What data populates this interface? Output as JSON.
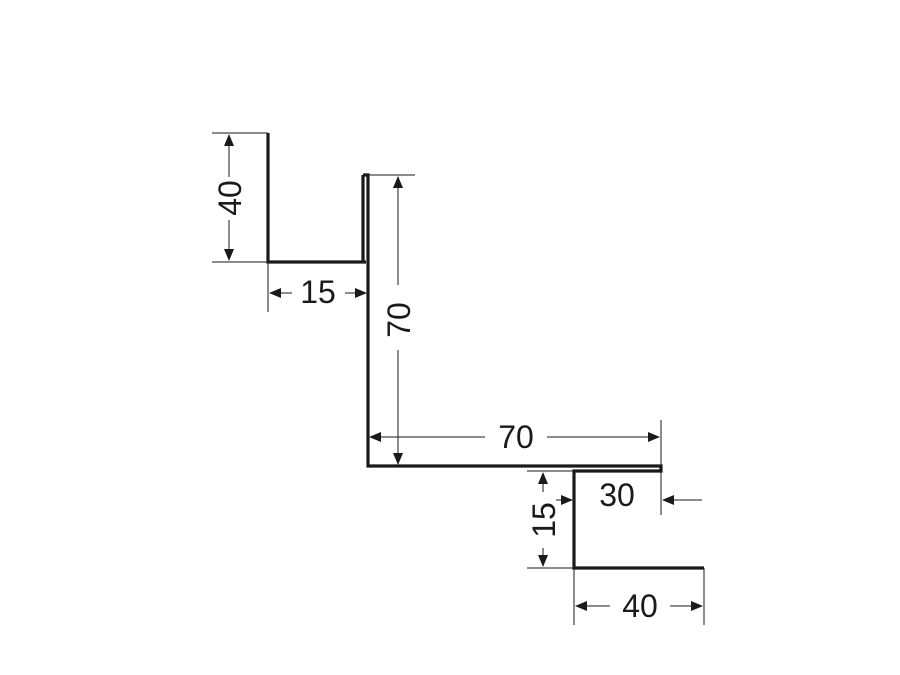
{
  "dimensions": {
    "top_flange_height": "40",
    "top_flange_width": "15",
    "vertical_web_height": "70",
    "horizontal_web_width": "70",
    "drip_overhang": "30",
    "lower_step_height": "15",
    "bottom_flange_width": "40"
  },
  "colors": {
    "line": "#1a1a1a",
    "background": "#ffffff"
  }
}
